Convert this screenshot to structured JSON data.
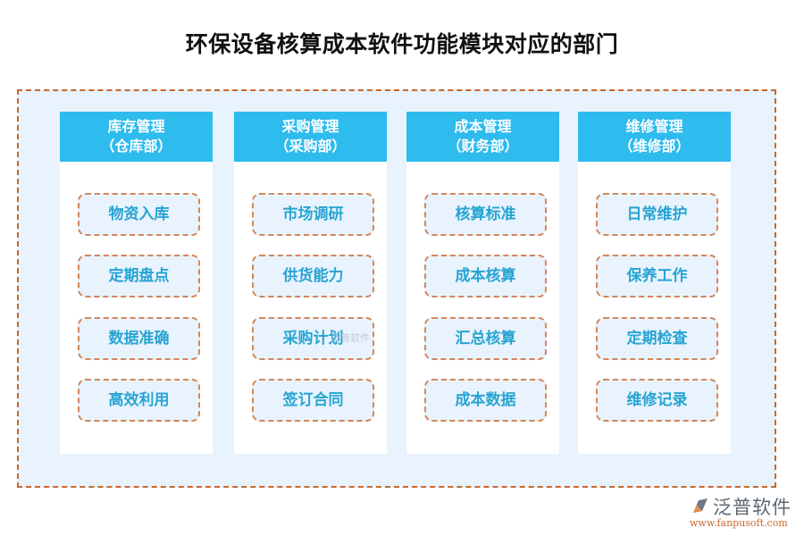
{
  "title": "环保设备核算成本软件功能模块对应的部门",
  "columns": [
    {
      "name": "库存管理",
      "dept": "（仓库部）",
      "items": [
        "物资入库",
        "定期盘点",
        "数据准确",
        "高效利用"
      ]
    },
    {
      "name": "采购管理",
      "dept": "（采购部）",
      "items": [
        "市场调研",
        "供货能力",
        "采购计划",
        "签订合同"
      ]
    },
    {
      "name": "成本管理",
      "dept": "（财务部）",
      "items": [
        "核算标准",
        "成本核算",
        "汇总核算",
        "成本数据"
      ]
    },
    {
      "name": "维修管理",
      "dept": "（维修部）",
      "items": [
        "日常维护",
        "保养工作",
        "定期检查",
        "维修记录"
      ]
    }
  ],
  "watermark": "泛普软件",
  "logo": {
    "name": "泛普软件",
    "url": "www.fanpusoft.com"
  },
  "colors": {
    "header_bg": "#2ebbee",
    "item_text": "#27a4d3",
    "dashed_border": "#c8692a",
    "panel_bg": "#e8f3fd"
  }
}
